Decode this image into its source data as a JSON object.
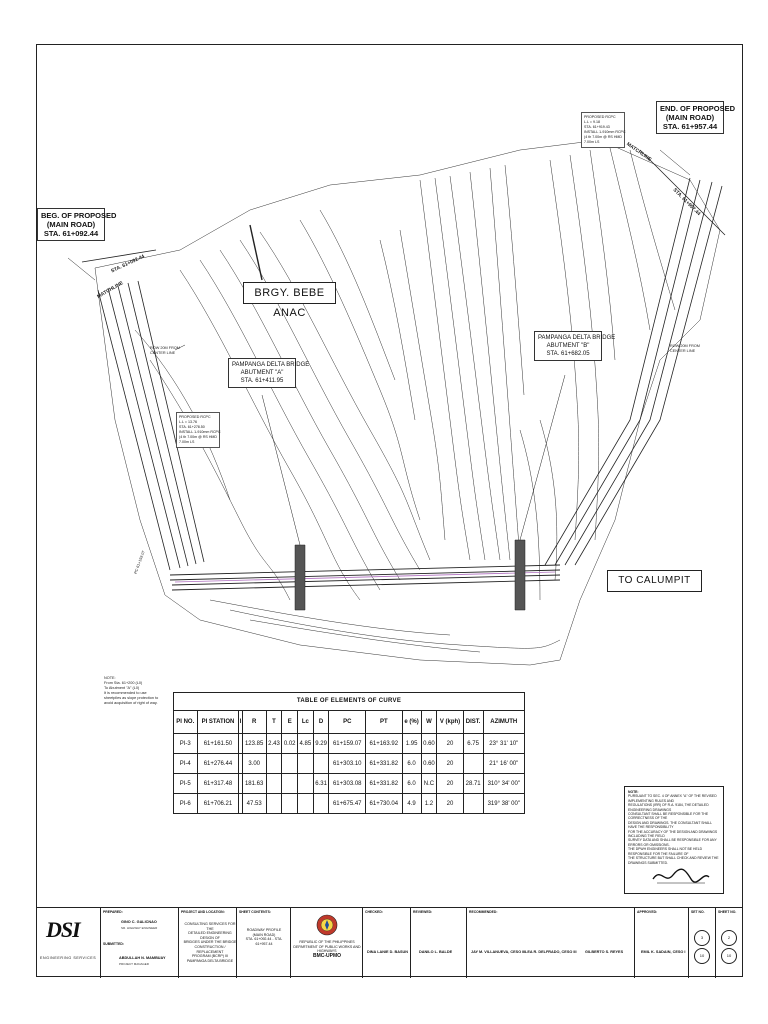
{
  "callouts": {
    "end": [
      "END. OF PROPOSED",
      "(MAIN ROAD)",
      "STA. 61+957.44"
    ],
    "beg": [
      "BEG. OF PROPOSED",
      "(MAIN ROAD)",
      "STA. 61+092.44"
    ],
    "barangay": "BRGY. BEBE ANAC",
    "abutment_a": [
      "PAMPANGA DELTA BRIDGE",
      "ABUTMENT \"A\"",
      "STA. 61+411.95"
    ],
    "abutment_b": [
      "PAMPANGA DELTA BRIDGE",
      "ABUTMENT \"B\"",
      "STA. 61+682.05"
    ],
    "to_calumpit": "TO CALUMPIT"
  },
  "plan_labels": {
    "matchline_left": "MATCHLINE",
    "sta_left": "STA. 61+092.44",
    "matchline_right": "MATCHLINE",
    "sta_right": "STA. 61+957.44",
    "row_left": [
      "ROW 20M FROM",
      "CENTER LINE"
    ],
    "row_right": [
      "ROW 20M FROM",
      "CENTER LINE"
    ],
    "rcpc_left": [
      "PROPOSED RCPC",
      "L.L = 13.76",
      "STA. 61+278.50",
      "INSTALL 1-910mm RCPC",
      "(4 th 7.00m @ RS HMD",
      "7.00m LS"
    ],
    "rcpc_right": [
      "PROPOSED RCPC",
      "L.L = 9.18",
      "STA. 61+919.43",
      "INSTALL 1-910mm RCPC",
      "(4 th 7.00m @ RS HMD",
      "7.00m LS"
    ],
    "pc_left": "PC 61+159.07"
  },
  "note_left": [
    "NOTE:",
    "From Sta. 61+200 (L0)",
    "To     Abutment \"A\" (L0)",
    "",
    "It is recommended to use",
    "sheetpiles as slope protection to",
    "avoid acquisition of right of way."
  ],
  "curve_table": {
    "title": "TABLE OF ELEMENTS OF CURVE",
    "headers": [
      "PI NO.",
      "PI STATION",
      "I",
      "R",
      "T",
      "E",
      "Lc",
      "D",
      "PC",
      "PT",
      "e (%)",
      "W",
      "V (kph)",
      "DIST.",
      "AZIMUTH"
    ],
    "rows": [
      [
        "PI-3",
        "61+161.50",
        "",
        "123.85",
        "2.43",
        "0.02",
        "4.85",
        "9.29",
        "61+159.07",
        "61+163.92",
        "1.95",
        "0.60",
        "20",
        "6.75",
        "23° 31' 10\""
      ],
      [
        "PI-4",
        "61+276.44",
        "",
        "3.00",
        "",
        "",
        "",
        "",
        "61+303.10",
        "61+331.82",
        "6.0",
        "0.60",
        "20",
        "",
        "21° 16' 00\""
      ],
      [
        "PI-5",
        "61+317.48",
        "",
        "181.63",
        "",
        "",
        "",
        "6.31",
        "61+303.08",
        "61+331.82",
        "6.0",
        "N.C",
        "20",
        "28.71",
        "310° 34' 00\""
      ],
      [
        "PI-6",
        "61+706.21",
        "",
        "47.53",
        "",
        "",
        "",
        "",
        "61+675.47",
        "61+730.04",
        "4.9",
        "1.2",
        "20",
        "",
        "319° 38' 00\""
      ]
    ]
  },
  "note_right": {
    "title": "NOTE:",
    "lines": [
      "PURSUANT TO SEC. 4 OF ANNEX \"A\" OF THE REVISED IMPLEMENTING RULES AND",
      "REGULATIONS (IRR) OF R.A. 9184, THE DETAILED ENGINEERING DRAWINGS",
      "CONSULTANT SHALL BE RESPONSIBLE FOR THE CORRECTNESS OF THE",
      "DESIGN AND DRAWINGS. THE CONSULTANT SHALL HAVE THE RESPONSIBILITY",
      "FOR THE ACCURACY OF THE DESIGN AND DRAWINGS INCLUDING THE FIELD",
      "SURVEY DATA AND SHALL BE RESPONSIBLE FOR ANY ERRORS OR OMISSIONS.",
      "",
      "THE DPWH ENGINEERS SHALL NOT BE HELD RESPONSIBLE FOR THE FAILURE OF",
      "THE STRUCTURE BUT SHALL CHECK AND REVIEW THE DRAWINGS SUBMITTED."
    ]
  },
  "titleblock": {
    "logo": "DSI",
    "logo_sub": "ENGINEERING SERVICES",
    "prepared_label": "PREPARED:",
    "prepared_name": "GINO C. GALICNAO",
    "prepared_role": "SR. HIGHWAY ENGINEER",
    "submitted_label": "SUBMITTED:",
    "submitted_name": "ABDULLAH N. MAMBUAY",
    "submitted_role": "PROJECT MANAGER",
    "project_label": "PROJECT AND LOCATION:",
    "project_lines": [
      "CONSULTING SERVICES FOR THE",
      "DETAILED ENGINEERING DESIGN OF",
      "BRIDGES UNDER THE BRIDGE",
      "CONSTRUCTION / REPLACEMENT",
      "PROGRAM (BCRP) III",
      "PAMPANGA DELTA BRIDGE"
    ],
    "sheet_label": "SHEET CONTENTS:",
    "sheet_lines": [
      "ROADWAY PROFILE",
      "(MAIN ROAD)",
      "STA. 61+092.44 - STA. 61+957.44"
    ],
    "dept_lines": [
      "REPUBLIC OF THE PHILIPPINES",
      "DEPARTMENT OF PUBLIC WORKS AND HIGHWAYS",
      "BMC-UPMO"
    ],
    "checked_label": "CHECKED:",
    "checked_name": "DINA LANIE D. BASUN",
    "reviewed_label": "REVIEWED:",
    "reviewed_name": "DANILO L. BALDE",
    "recommended_label": "RECOMMENDED:",
    "rec_names": [
      "JAY M. VILLANUEVA, CESO III",
      "LEA R. DELFRADO, CESO III",
      "GILBERTO S. REYES"
    ],
    "approved_label": "APPROVED:",
    "approved_name": "EMIL K. SADAIN, CESO I",
    "set_label": "SET NO.",
    "sheet_no_label": "SHEET NO.",
    "set_no": [
      "3",
      "10"
    ],
    "sheet_no": [
      "2",
      "10"
    ]
  }
}
